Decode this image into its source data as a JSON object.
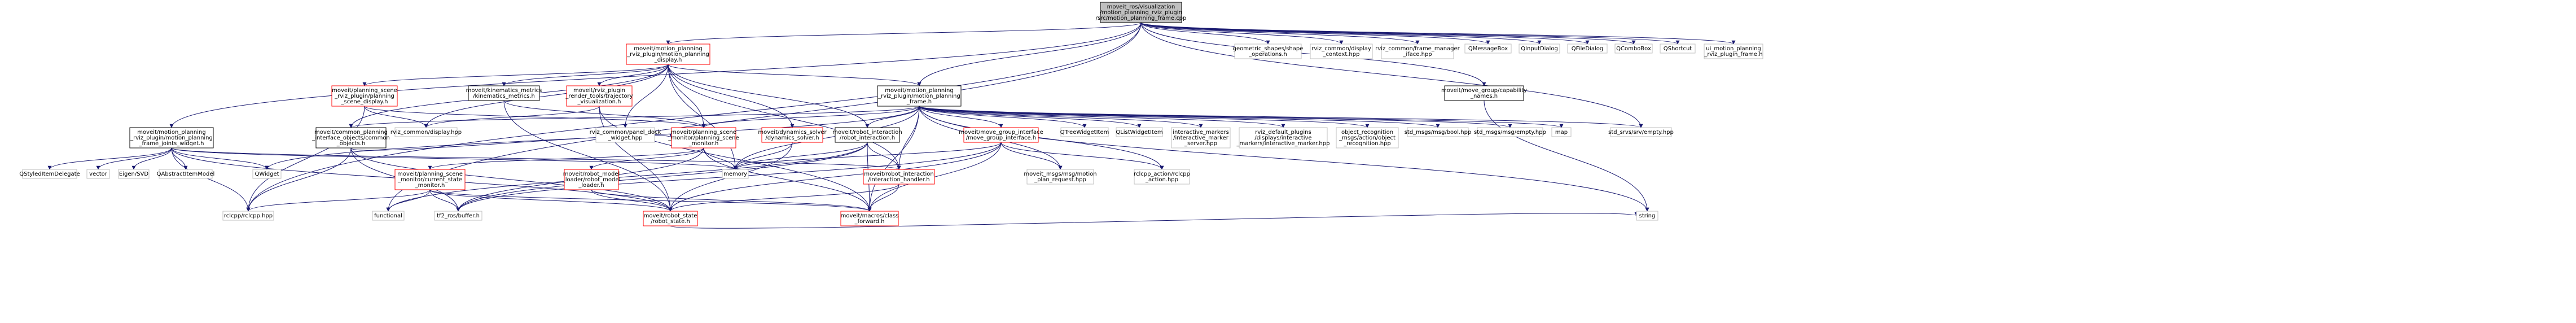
{
  "colors": {
    "root_fill": "#bfbfbf",
    "root_stroke": "#000000",
    "local_stroke": "#ff0000",
    "external_stroke": "#bfbfbf",
    "project_stroke": "#000000",
    "edge": "#191970"
  },
  "nodes": {
    "root": {
      "kind": "root",
      "lines": [
        "moveit_ros/visualization",
        "/motion_planning_rviz_plugin",
        "/src/motion_planning_frame.cpp"
      ]
    },
    "mp_display": {
      "kind": "local",
      "lines": [
        "moveit/motion_planning",
        "_rviz_plugin/motion_planning",
        "_display.h"
      ]
    },
    "geom_shapes": {
      "kind": "external",
      "lines": [
        "geometric_shapes/shape",
        "_operations.h"
      ]
    },
    "rviz_display_ctx": {
      "kind": "external",
      "lines": [
        "rviz_common/display",
        "_context.hpp"
      ]
    },
    "rviz_frame_mgr": {
      "kind": "external",
      "lines": [
        "rviz_common/frame_manager",
        "_iface.hpp"
      ]
    },
    "qmessagebox": {
      "kind": "external",
      "lines": [
        "QMessageBox"
      ]
    },
    "qinputdialog": {
      "kind": "external",
      "lines": [
        "QInputDialog"
      ]
    },
    "qfiledialog": {
      "kind": "external",
      "lines": [
        "QFileDialog"
      ]
    },
    "qcombobox": {
      "kind": "external",
      "lines": [
        "QComboBox"
      ]
    },
    "qshortcut": {
      "kind": "external",
      "lines": [
        "QShortcut"
      ]
    },
    "ui_frame": {
      "kind": "external",
      "lines": [
        "ui_motion_planning",
        "_rviz_plugin_frame.h"
      ]
    },
    "psd": {
      "kind": "local",
      "lines": [
        "moveit/planning_scene",
        "_rviz_plugin/planning",
        "_scene_display.h"
      ]
    },
    "kin_metrics": {
      "kind": "project",
      "lines": [
        "moveit/kinematics_metrics",
        "/kinematics_metrics.h"
      ]
    },
    "traj_vis": {
      "kind": "local",
      "lines": [
        "moveit/rviz_plugin",
        "_render_tools/trajectory",
        "_visualization.h"
      ]
    },
    "mp_frame_h": {
      "kind": "project",
      "lines": [
        "moveit/motion_planning",
        "_rviz_plugin/motion_planning",
        "_frame.h"
      ]
    },
    "capability_names": {
      "kind": "project",
      "lines": [
        "moveit/move_group/capability",
        "_names.h"
      ]
    },
    "joints_widget": {
      "kind": "project",
      "lines": [
        "moveit/motion_planning",
        "_rviz_plugin/motion_planning",
        "_frame_joints_widget.h"
      ]
    },
    "obj_tools": {
      "kind": "project",
      "lines": [
        "moveit/common_planning",
        "_interface_objects/common",
        "_objects.h"
      ]
    },
    "rviz_displayhpp": {
      "kind": "external",
      "lines": [
        "rviz_common/display.hpp"
      ]
    },
    "panel_dock": {
      "kind": "external",
      "lines": [
        "rviz_common/panel_dock",
        "_widget.hpp"
      ]
    },
    "psm": {
      "kind": "local",
      "lines": [
        "moveit/planning_scene",
        "_monitor/planning_scene",
        "_monitor.h"
      ]
    },
    "dyn_solver": {
      "kind": "local",
      "lines": [
        "moveit/dynamics_solver",
        "/dynamics_solver.h"
      ]
    },
    "robot_int": {
      "kind": "project",
      "lines": [
        "moveit/robot_interaction",
        "/robot_interaction.h"
      ]
    },
    "move_group_iface": {
      "kind": "local",
      "lines": [
        "moveit/move_group_interface",
        "/move_group_interface.h"
      ]
    },
    "qtreewidgetitem": {
      "kind": "external",
      "lines": [
        "QTreeWidgetItem"
      ]
    },
    "qlistwidgetitem": {
      "kind": "external",
      "lines": [
        "QListWidgetItem"
      ]
    },
    "interactive_markers": {
      "kind": "external",
      "lines": [
        "interactive_markers",
        "/interactive_marker",
        "_server.hpp"
      ]
    },
    "rviz_default_plugins": {
      "kind": "external",
      "lines": [
        "rviz_default_plugins",
        "/displays/interactive",
        "_markers/interactive_marker.hpp"
      ]
    },
    "object_recognition": {
      "kind": "external",
      "lines": [
        "object_recognition",
        "_msgs/action/object",
        "_recognition.hpp"
      ]
    },
    "std_msgs_bool": {
      "kind": "external",
      "lines": [
        "std_msgs/msg/bool.hpp"
      ]
    },
    "std_msgs_empty": {
      "kind": "external",
      "lines": [
        "std_msgs/msg/empty.hpp"
      ]
    },
    "map": {
      "kind": "external",
      "lines": [
        "map"
      ]
    },
    "std_srvs": {
      "kind": "external",
      "lines": [
        "std_srvs/srv/empty.hpp"
      ]
    },
    "qstyleditemdelegate": {
      "kind": "external",
      "lines": [
        "QStyledItemDelegate"
      ]
    },
    "vector": {
      "kind": "external",
      "lines": [
        "vector"
      ]
    },
    "eigen_svd": {
      "kind": "external",
      "lines": [
        "Eigen/SVD"
      ]
    },
    "qabstractitemmodel": {
      "kind": "external",
      "lines": [
        "QAbstractItemModel"
      ]
    },
    "qwidget": {
      "kind": "external",
      "lines": [
        "QWidget"
      ]
    },
    "csm": {
      "kind": "local",
      "lines": [
        "moveit/planning_scene",
        "_monitor/current_state",
        "_monitor.h"
      ]
    },
    "rml": {
      "kind": "local",
      "lines": [
        "moveit/robot_model",
        "_loader/robot_model",
        "_loader.h"
      ]
    },
    "memory": {
      "kind": "external",
      "lines": [
        "memory"
      ]
    },
    "int_handler": {
      "kind": "local",
      "lines": [
        "moveit/robot_interaction",
        "/interaction_handler.h"
      ]
    },
    "motion_plan_req": {
      "kind": "external",
      "lines": [
        "moveit_msgs/msg/motion",
        "_plan_request.hpp"
      ]
    },
    "rclcpp_action": {
      "kind": "external",
      "lines": [
        "rclcpp_action/rclcpp",
        "_action.hpp"
      ]
    },
    "rclcpp": {
      "kind": "external",
      "lines": [
        "rclcpp/rclcpp.hpp"
      ]
    },
    "functional": {
      "kind": "external",
      "lines": [
        "functional"
      ]
    },
    "tf2_buffer": {
      "kind": "external",
      "lines": [
        "tf2_ros/buffer.h"
      ]
    },
    "robot_state": {
      "kind": "local",
      "lines": [
        "moveit/robot_state",
        "/robot_state.h"
      ]
    },
    "class_forward": {
      "kind": "local",
      "lines": [
        "moveit/macros/class",
        "_forward.h"
      ]
    },
    "string": {
      "kind": "external",
      "lines": [
        "string"
      ]
    }
  },
  "edges": [
    [
      "root",
      "mp_display"
    ],
    [
      "root",
      "geom_shapes"
    ],
    [
      "root",
      "rviz_display_ctx"
    ],
    [
      "root",
      "rviz_frame_mgr"
    ],
    [
      "root",
      "qmessagebox"
    ],
    [
      "root",
      "qinputdialog"
    ],
    [
      "root",
      "qfiledialog"
    ],
    [
      "root",
      "qcombobox"
    ],
    [
      "root",
      "qshortcut"
    ],
    [
      "root",
      "ui_frame"
    ],
    [
      "root",
      "mp_frame_h"
    ],
    [
      "root",
      "capability_names"
    ],
    [
      "root",
      "joints_widget"
    ],
    [
      "root",
      "rclcpp"
    ],
    [
      "root",
      "std_srvs"
    ],
    [
      "root",
      "functional"
    ],
    [
      "mp_display",
      "psd"
    ],
    [
      "mp_display",
      "kin_metrics"
    ],
    [
      "mp_display",
      "traj_vis"
    ],
    [
      "mp_display",
      "mp_frame_h"
    ],
    [
      "mp_display",
      "psm"
    ],
    [
      "mp_display",
      "dyn_solver"
    ],
    [
      "mp_display",
      "robot_int"
    ],
    [
      "mp_display",
      "int_handler"
    ],
    [
      "mp_display",
      "rviz_displayhpp"
    ],
    [
      "mp_display",
      "panel_dock"
    ],
    [
      "mp_display",
      "memory"
    ],
    [
      "mp_display",
      "obj_tools"
    ],
    [
      "psd",
      "rviz_displayhpp"
    ],
    [
      "psd",
      "psm"
    ],
    [
      "psd",
      "rclcpp"
    ],
    [
      "kin_metrics",
      "robot_state"
    ],
    [
      "kin_metrics",
      "psm"
    ],
    [
      "traj_vis",
      "rviz_displayhpp"
    ],
    [
      "traj_vis",
      "robot_state"
    ],
    [
      "traj_vis",
      "class_forward"
    ],
    [
      "mp_frame_h",
      "obj_tools"
    ],
    [
      "mp_frame_h",
      "psm"
    ],
    [
      "mp_frame_h",
      "robot_int"
    ],
    [
      "mp_frame_h",
      "move_group_iface"
    ],
    [
      "mp_frame_h",
      "qtreewidgetitem"
    ],
    [
      "mp_frame_h",
      "qlistwidgetitem"
    ],
    [
      "mp_frame_h",
      "interactive_markers"
    ],
    [
      "mp_frame_h",
      "rviz_default_plugins"
    ],
    [
      "mp_frame_h",
      "object_recognition"
    ],
    [
      "mp_frame_h",
      "std_msgs_bool"
    ],
    [
      "mp_frame_h",
      "std_msgs_empty"
    ],
    [
      "mp_frame_h",
      "map"
    ],
    [
      "mp_frame_h",
      "std_srvs"
    ],
    [
      "mp_frame_h",
      "qwidget"
    ],
    [
      "mp_frame_h",
      "memory"
    ],
    [
      "mp_frame_h",
      "class_forward"
    ],
    [
      "mp_frame_h",
      "motion_plan_req"
    ],
    [
      "mp_frame_h",
      "rclcpp_action"
    ],
    [
      "mp_frame_h",
      "string"
    ],
    [
      "mp_frame_h",
      "int_handler"
    ],
    [
      "capability_names",
      "string"
    ],
    [
      "joints_widget",
      "qstyleditemdelegate"
    ],
    [
      "joints_widget",
      "vector"
    ],
    [
      "joints_widget",
      "eigen_svd"
    ],
    [
      "joints_widget",
      "qabstractitemmodel"
    ],
    [
      "joints_widget",
      "qwidget"
    ],
    [
      "joints_widget",
      "rclcpp"
    ],
    [
      "joints_widget",
      "robot_state"
    ],
    [
      "joints_widget",
      "memory"
    ],
    [
      "joints_widget",
      "int_handler"
    ],
    [
      "obj_tools",
      "psm"
    ],
    [
      "obj_tools",
      "rclcpp"
    ],
    [
      "obj_tools",
      "tf2_buffer"
    ],
    [
      "obj_tools",
      "robot_state"
    ],
    [
      "psm",
      "csm"
    ],
    [
      "psm",
      "rml"
    ],
    [
      "psm",
      "memory"
    ],
    [
      "psm",
      "class_forward"
    ],
    [
      "psm",
      "tf2_buffer"
    ],
    [
      "dyn_solver",
      "robot_state"
    ],
    [
      "dyn_solver",
      "memory"
    ],
    [
      "robot_int",
      "int_handler"
    ],
    [
      "robot_int",
      "class_forward"
    ],
    [
      "robot_int",
      "memory"
    ],
    [
      "robot_int",
      "functional"
    ],
    [
      "robot_int",
      "tf2_buffer"
    ],
    [
      "move_group_iface",
      "motion_plan_req"
    ],
    [
      "move_group_iface",
      "rclcpp_action"
    ],
    [
      "move_group_iface",
      "class_forward"
    ],
    [
      "move_group_iface",
      "memory"
    ],
    [
      "move_group_iface",
      "tf2_buffer"
    ],
    [
      "move_group_iface",
      "robot_state"
    ],
    [
      "csm",
      "robot_state"
    ],
    [
      "csm",
      "tf2_buffer"
    ],
    [
      "csm",
      "functional"
    ],
    [
      "csm",
      "rclcpp"
    ],
    [
      "csm",
      "class_forward"
    ],
    [
      "rml",
      "class_forward"
    ],
    [
      "rml",
      "robot_state"
    ],
    [
      "int_handler",
      "robot_state"
    ],
    [
      "int_handler",
      "class_forward"
    ],
    [
      "robot_state",
      "string"
    ]
  ]
}
